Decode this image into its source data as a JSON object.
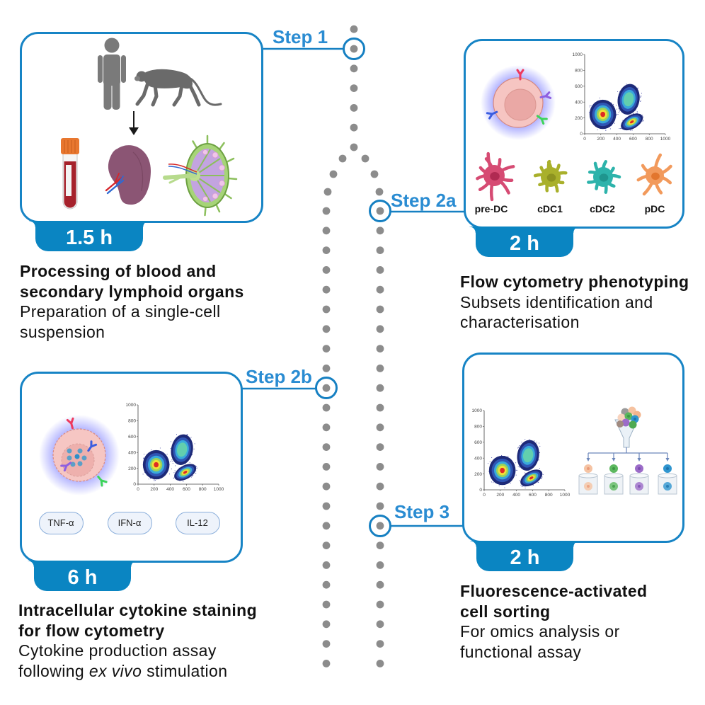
{
  "colors": {
    "accent": "#1784c5",
    "badge": "#0a85c2",
    "step_label": "#2a8cd2",
    "path_dots": "#8c8c8c",
    "text": "#111111"
  },
  "steps": [
    {
      "label": "Step 1",
      "duration": "1.5 h",
      "title_lines": [
        "Processing of blood and",
        "secondary lymphoid organs"
      ],
      "desc_lines": [
        "Preparation of a single-cell",
        "suspension"
      ],
      "icons": [
        "human-icon",
        "macaque-icon",
        "down-arrow-icon",
        "blood-tube-icon",
        "spleen-icon",
        "lymph-node-icon"
      ]
    },
    {
      "label": "Step 2a",
      "duration": "2 h",
      "title_lines": [
        "Flow cytometry phenotyping"
      ],
      "desc_lines": [
        "Subsets identification and",
        "characterisation"
      ],
      "icons": [
        "antibody-labelled-cell-icon",
        "flow-cytometry-plot",
        "dendritic-cell-icon"
      ],
      "cell_types": [
        {
          "name": "pre-DC",
          "color": "#d64b73",
          "nucleus_color": "#b02a52"
        },
        {
          "name": "cDC1",
          "color": "#a9b02b",
          "nucleus_color": "#8d9320"
        },
        {
          "name": "cDC2",
          "color": "#2db3ab",
          "nucleus_color": "#1f958e"
        },
        {
          "name": "pDC",
          "color": "#f29a5c",
          "nucleus_color": "#e2762e"
        }
      ]
    },
    {
      "label": "Step 2b",
      "duration": "6 h",
      "title_lines": [
        "Intracellular cytokine staining",
        "for flow cytometry"
      ],
      "desc_lines": [
        "Cytokine production assay"
      ],
      "desc_last_line": {
        "before": "following ",
        "italic": "ex vivo",
        "after": " stimulation"
      },
      "icons": [
        "permeabilized-cell-icon",
        "flow-cytometry-plot"
      ],
      "cytokines": [
        "TNF-α",
        "IFN-α",
        "IL-12"
      ]
    },
    {
      "label": "Step 3",
      "duration": "2 h",
      "title_lines": [
        "Fluorescence-activated",
        "cell sorting"
      ],
      "desc_lines": [
        "For omics analysis or",
        "functional assay"
      ],
      "icons": [
        "flow-cytometry-plot",
        "cell-sorter-funnel-icon",
        "collection-tube-icon"
      ],
      "sorted_populations": [
        {
          "color": "#f5c3a3",
          "center_color": "#eb9a78"
        },
        {
          "color": "#5cb85f",
          "center_color": "#3d9844"
        },
        {
          "color": "#9b6cc8",
          "center_color": "#7c4cb0"
        },
        {
          "color": "#2f95cf",
          "center_color": "#1d73ad"
        }
      ]
    }
  ],
  "chart_data": {
    "type": "scatter",
    "subtype": "density",
    "title": "",
    "xlabel": "",
    "ylabel": "",
    "xlim": [
      0,
      1000
    ],
    "ylim": [
      0,
      1000
    ],
    "x_ticks": [
      0,
      200,
      400,
      600,
      800,
      1000
    ],
    "y_ticks": [
      0,
      200,
      400,
      600,
      800,
      1000
    ],
    "x_tick_labels": [
      "0",
      "200",
      "400",
      "600",
      "800",
      "1000"
    ],
    "y_tick_labels": [
      "0",
      "200",
      "400",
      "600",
      "800",
      "1000"
    ],
    "grid": false,
    "legend": "none",
    "instances": [
      "step-2a",
      "step-2b",
      "step-3"
    ],
    "populations": [
      {
        "name": "population-1",
        "center": [
          225,
          245
        ],
        "spread": [
          165,
          185
        ],
        "angle": 0,
        "peak": "high"
      },
      {
        "name": "population-2",
        "center": [
          545,
          435
        ],
        "spread": [
          135,
          195
        ],
        "angle": -10,
        "peak": "medium"
      },
      {
        "name": "population-3",
        "center": [
          585,
          150
        ],
        "spread": [
          150,
          85
        ],
        "angle": 30,
        "peak": "high"
      }
    ],
    "density_palettes": {
      "high": [
        "#1e2a78",
        "#2f56b5",
        "#39a9db",
        "#9ad35a",
        "#f2df38",
        "#de2a24"
      ],
      "medium": [
        "#1e2a78",
        "#2f56b5",
        "#39a9db",
        "#62cfae"
      ]
    }
  }
}
